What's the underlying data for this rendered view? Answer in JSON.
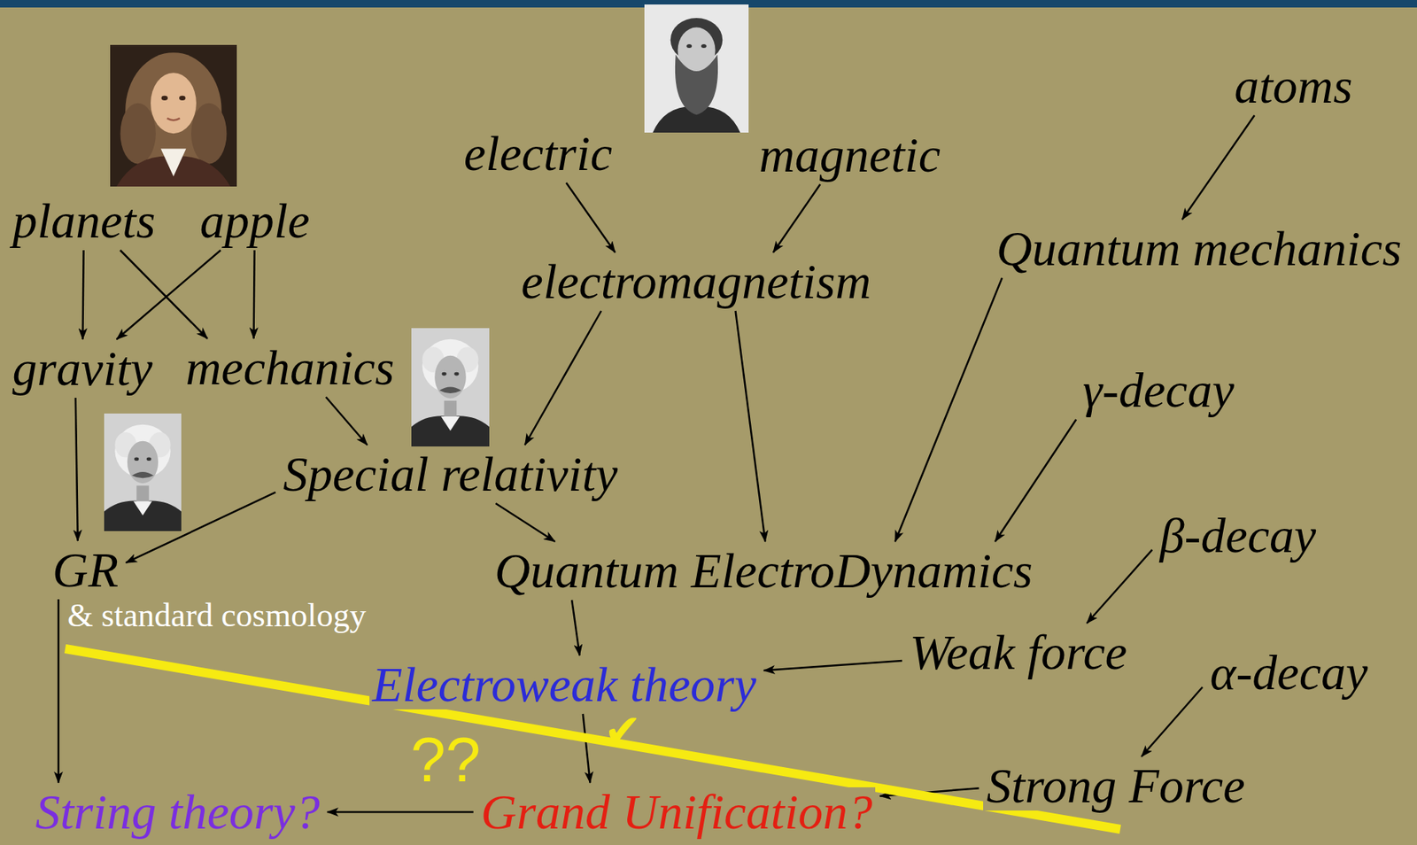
{
  "diagram": {
    "nodes": [
      {
        "text": [
          "atoms"
        ]
      },
      {
        "text": [
          "electric"
        ]
      },
      {
        "text": [
          "magnetic"
        ]
      },
      {
        "text": [
          "planets"
        ]
      },
      {
        "text": [
          "apple"
        ]
      },
      {
        "text": [
          "Quantum mechanics"
        ]
      },
      {
        "text": [
          "electromagnetism"
        ]
      },
      {
        "text": [
          "gravity"
        ]
      },
      {
        "text": [
          "mechanics"
        ]
      },
      {
        "text": [
          "γ-decay"
        ]
      },
      {
        "text": [
          "Special relativity"
        ]
      },
      {
        "text": [
          "β-decay"
        ]
      },
      {
        "text": [
          "GR",
          "& standard cosmology"
        ]
      },
      {
        "text": [
          "Quantum ElectroDynamics"
        ]
      },
      {
        "text": [
          "Weak force"
        ]
      },
      {
        "text": [
          "α-decay"
        ]
      },
      {
        "text": [
          "Electroweak theory"
        ]
      },
      {
        "text": [
          "Strong Force"
        ]
      },
      {
        "text": [
          "String theory?"
        ]
      },
      {
        "text": [
          "Grand Unification?"
        ]
      }
    ],
    "edges": [
      {
        "from": 3,
        "to": 7,
        "arrow": "to"
      },
      {
        "from": 3,
        "to": 8,
        "arrow": "to"
      },
      {
        "from": 4,
        "to": 7,
        "arrow": "to"
      },
      {
        "from": 4,
        "to": 8,
        "arrow": "to"
      },
      {
        "from": 1,
        "to": 6,
        "arrow": "to"
      },
      {
        "from": 2,
        "to": 6,
        "arrow": "to"
      },
      {
        "from": 0,
        "to": 5,
        "arrow": "to"
      },
      {
        "from": 6,
        "to": 10,
        "arrow": "to"
      },
      {
        "from": 6,
        "to": 13,
        "arrow": "to"
      },
      {
        "from": 5,
        "to": 13,
        "arrow": "to"
      },
      {
        "from": 9,
        "to": 13,
        "arrow": "to"
      },
      {
        "from": 8,
        "to": 10,
        "arrow": "to"
      },
      {
        "from": 7,
        "to": 12,
        "arrow": "to"
      },
      {
        "from": 10,
        "to": 12,
        "arrow": "to"
      },
      {
        "from": 10,
        "to": 13,
        "arrow": "to"
      },
      {
        "from": 13,
        "to": 16,
        "arrow": "to"
      },
      {
        "from": 11,
        "to": 14,
        "arrow": "to"
      },
      {
        "from": 14,
        "to": 16,
        "arrow": "to"
      },
      {
        "from": 16,
        "to": 19,
        "arrow": "to"
      },
      {
        "from": 15,
        "to": 17,
        "arrow": "to"
      },
      {
        "from": 17,
        "to": 19,
        "arrow": "to"
      },
      {
        "from": 12,
        "to": 18,
        "arrow": "to"
      },
      {
        "from": 19,
        "to": 18,
        "arrow": "to"
      }
    ],
    "labels": [
      "??",
      "✔"
    ]
  }
}
